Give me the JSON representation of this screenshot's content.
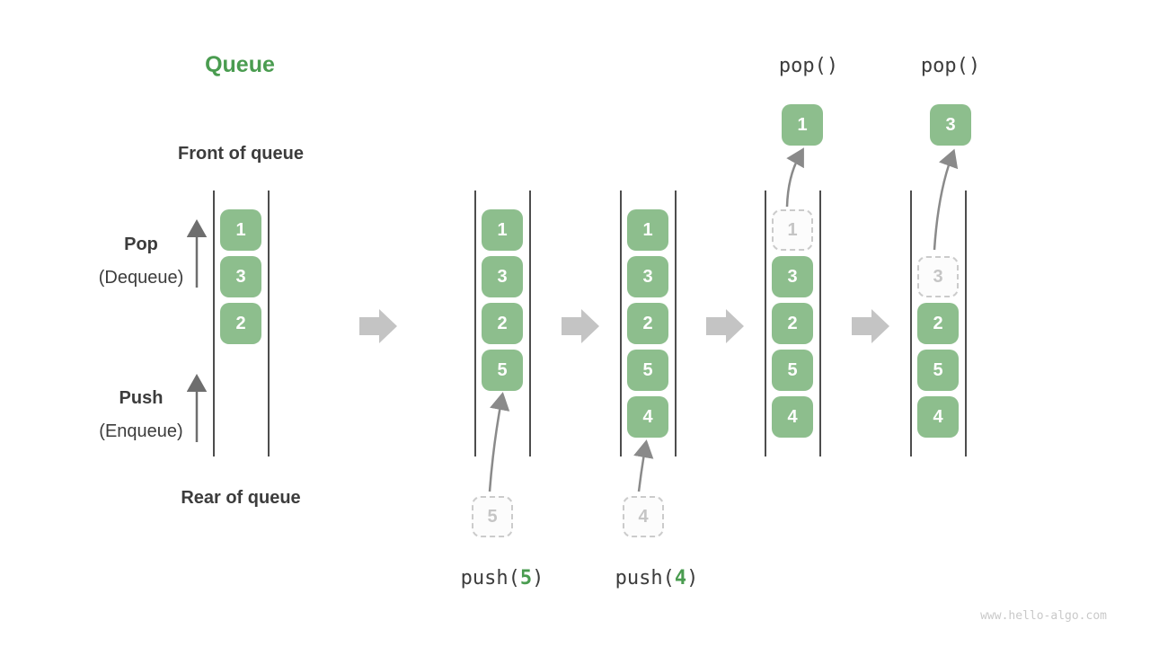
{
  "title": "Queue",
  "labels": {
    "front_of_queue": "Front of queue",
    "rear_of_queue": "Rear of queue",
    "pop": "Pop",
    "pop_sub": "(Dequeue)",
    "push": "Push",
    "push_sub": "(Enqueue)"
  },
  "states": [
    {
      "items": [
        "1",
        "3",
        "2"
      ]
    },
    {
      "items": [
        "1",
        "3",
        "2",
        "5"
      ]
    },
    {
      "items": [
        "1",
        "3",
        "2",
        "5",
        "4"
      ]
    },
    {
      "dashed": "1",
      "items": [
        "3",
        "2",
        "5",
        "4"
      ]
    },
    {
      "dashed": "3",
      "items": [
        "2",
        "5",
        "4"
      ]
    }
  ],
  "operations": {
    "pop1": "pop()",
    "pop2": "pop()",
    "push1_prefix": "push(",
    "push1_arg": "5",
    "push1_suffix": ")",
    "push2_prefix": "push(",
    "push2_arg": "4",
    "push2_suffix": ")"
  },
  "popped_values": {
    "first": "1",
    "second": "3"
  },
  "pending_values": {
    "first": "5",
    "second": "4"
  },
  "watermark": "www.hello-algo.com",
  "colors": {
    "green_box": "#8DBE8D",
    "green_text": "#4A9C50",
    "dark_text": "#3C3C3C",
    "line_color": "#4D4D4D",
    "block_arrow": "#C4C4C4",
    "dashed_border": "#CBCBCB",
    "dashed_fill": "#FCFCFC",
    "dashed_text": "#C5C5C5",
    "thin_arrow": "#6E6E6E",
    "curve_arrow": "#8A8A8A"
  }
}
